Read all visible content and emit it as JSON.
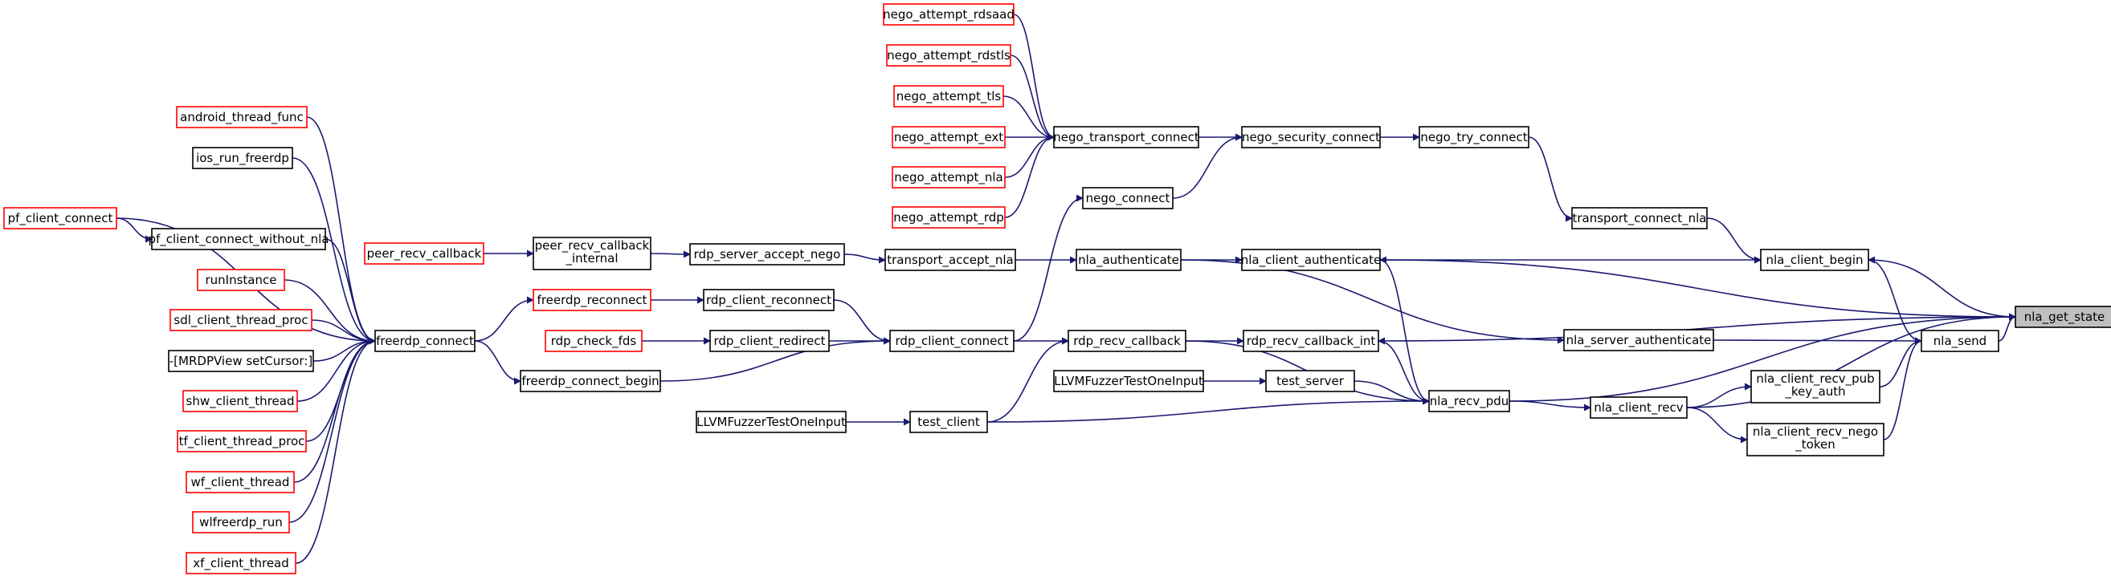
{
  "colors": {
    "edge": "#191970",
    "node_border": "#000000",
    "red_border": "#ff0000",
    "highlight_fill": "#bfbfbf",
    "background": "#ffffff"
  },
  "nodes": [
    {
      "id": "nla_get_state",
      "label": "nla_get_state",
      "style": "focus"
    },
    {
      "id": "nla_client_begin",
      "label": "nla_client_begin",
      "style": "normal"
    },
    {
      "id": "nla_send",
      "label": "nla_send",
      "style": "normal"
    },
    {
      "id": "nla_client_recv_pub_key_auth",
      "label": "nla_client_recv_pub\n_key_auth",
      "style": "normal"
    },
    {
      "id": "nla_client_recv_nego_token",
      "label": "nla_client_recv_nego\n_token",
      "style": "normal"
    },
    {
      "id": "transport_connect_nla",
      "label": "transport_connect_nla",
      "style": "normal"
    },
    {
      "id": "nla_server_authenticate",
      "label": "nla_server_authenticate",
      "style": "normal"
    },
    {
      "id": "nla_client_recv",
      "label": "nla_client_recv",
      "style": "normal"
    },
    {
      "id": "nego_try_connect",
      "label": "nego_try_connect",
      "style": "normal"
    },
    {
      "id": "nla_client_authenticate",
      "label": "nla_client_authenticate",
      "style": "normal"
    },
    {
      "id": "rdp_recv_callback_int",
      "label": "rdp_recv_callback_int",
      "style": "normal"
    },
    {
      "id": "nla_recv_pdu",
      "label": "nla_recv_pdu",
      "style": "normal"
    },
    {
      "id": "nego_security_connect",
      "label": "nego_security_connect",
      "style": "normal"
    },
    {
      "id": "nla_authenticate",
      "label": "nla_authenticate",
      "style": "normal"
    },
    {
      "id": "rdp_recv_callback",
      "label": "rdp_recv_callback",
      "style": "normal"
    },
    {
      "id": "test_server",
      "label": "test_server",
      "style": "normal"
    },
    {
      "id": "nego_transport_connect",
      "label": "nego_transport_connect",
      "style": "normal"
    },
    {
      "id": "nego_connect",
      "label": "nego_connect",
      "style": "normal"
    },
    {
      "id": "transport_accept_nla",
      "label": "transport_accept_nla",
      "style": "normal"
    },
    {
      "id": "rdp_client_connect",
      "label": "rdp_client_connect",
      "style": "normal"
    },
    {
      "id": "LLVMFuzzerTestOneInput_a",
      "label": "LLVMFuzzerTestOneInput",
      "style": "normal"
    },
    {
      "id": "test_client",
      "label": "test_client",
      "style": "normal"
    },
    {
      "id": "nego_attempt_rdsaad",
      "label": "nego_attempt_rdsaad",
      "style": "red"
    },
    {
      "id": "nego_attempt_rdstls",
      "label": "nego_attempt_rdstls",
      "style": "red"
    },
    {
      "id": "nego_attempt_tls",
      "label": "nego_attempt_tls",
      "style": "red"
    },
    {
      "id": "nego_attempt_ext",
      "label": "nego_attempt_ext",
      "style": "red"
    },
    {
      "id": "nego_attempt_nla",
      "label": "nego_attempt_nla",
      "style": "red"
    },
    {
      "id": "nego_attempt_rdp",
      "label": "nego_attempt_rdp",
      "style": "red"
    },
    {
      "id": "rdp_server_accept_nego",
      "label": "rdp_server_accept_nego",
      "style": "normal"
    },
    {
      "id": "rdp_client_reconnect",
      "label": "rdp_client_reconnect",
      "style": "normal"
    },
    {
      "id": "rdp_client_redirect",
      "label": "rdp_client_redirect",
      "style": "normal"
    },
    {
      "id": "LLVMFuzzerTestOneInput_b",
      "label": "LLVMFuzzerTestOneInput",
      "style": "normal"
    },
    {
      "id": "peer_recv_callback_internal",
      "label": "peer_recv_callback\n_internal",
      "style": "normal"
    },
    {
      "id": "freerdp_reconnect",
      "label": "freerdp_reconnect",
      "style": "red"
    },
    {
      "id": "rdp_check_fds",
      "label": "rdp_check_fds",
      "style": "red"
    },
    {
      "id": "freerdp_connect_begin",
      "label": "freerdp_connect_begin",
      "style": "normal"
    },
    {
      "id": "peer_recv_callback",
      "label": "peer_recv_callback",
      "style": "red"
    },
    {
      "id": "freerdp_connect",
      "label": "freerdp_connect",
      "style": "normal"
    },
    {
      "id": "pf_client_connect_without_nla",
      "label": "pf_client_connect_without_nla",
      "style": "normal"
    },
    {
      "id": "android_thread_func",
      "label": "android_thread_func",
      "style": "red"
    },
    {
      "id": "ios_run_freerdp",
      "label": "ios_run_freerdp",
      "style": "normal"
    },
    {
      "id": "runInstance",
      "label": "runInstance",
      "style": "red"
    },
    {
      "id": "sdl_client_thread_proc",
      "label": "sdl_client_thread_proc",
      "style": "red"
    },
    {
      "id": "MRDPView_setCursor",
      "label": "-[MRDPView setCursor:]",
      "style": "normal"
    },
    {
      "id": "shw_client_thread",
      "label": "shw_client_thread",
      "style": "red"
    },
    {
      "id": "tf_client_thread_proc",
      "label": "tf_client_thread_proc",
      "style": "red"
    },
    {
      "id": "wf_client_thread",
      "label": "wf_client_thread",
      "style": "red"
    },
    {
      "id": "wlfreerdp_run",
      "label": "wlfreerdp_run",
      "style": "red"
    },
    {
      "id": "xf_client_thread",
      "label": "xf_client_thread",
      "style": "red"
    },
    {
      "id": "pf_client_connect",
      "label": "pf_client_connect",
      "style": "red"
    }
  ],
  "edges": [
    {
      "from": "nla_client_begin",
      "to": "nla_get_state"
    },
    {
      "from": "nla_send",
      "to": "nla_get_state"
    },
    {
      "from": "nla_client_recv_pub_key_auth",
      "to": "nla_send"
    },
    {
      "from": "nla_client_recv_nego_token",
      "to": "nla_send"
    },
    {
      "from": "nla_send",
      "to": "nla_client_begin"
    },
    {
      "from": "transport_connect_nla",
      "to": "nla_client_begin"
    },
    {
      "from": "nla_server_authenticate",
      "to": "nla_send"
    },
    {
      "from": "nla_client_recv",
      "to": "nla_client_recv_pub_key_auth"
    },
    {
      "from": "nla_client_recv",
      "to": "nla_client_recv_nego_token"
    },
    {
      "from": "nego_try_connect",
      "to": "transport_connect_nla"
    },
    {
      "from": "nla_client_authenticate",
      "to": "nla_client_begin"
    },
    {
      "from": "nla_client_authenticate",
      "to": "nla_get_state"
    },
    {
      "from": "rdp_recv_callback_int",
      "to": "nla_get_state"
    },
    {
      "from": "nla_recv_pdu",
      "to": "nla_get_state"
    },
    {
      "from": "nla_client_recv",
      "to": "nla_get_state"
    },
    {
      "from": "nla_recv_pdu",
      "to": "nla_client_recv"
    },
    {
      "from": "nla_recv_pdu",
      "to": "nla_client_authenticate"
    },
    {
      "from": "nla_recv_pdu",
      "to": "rdp_recv_callback_int"
    },
    {
      "from": "nego_security_connect",
      "to": "nego_try_connect"
    },
    {
      "from": "nla_authenticate",
      "to": "nla_server_authenticate"
    },
    {
      "from": "nla_authenticate",
      "to": "nla_client_authenticate"
    },
    {
      "from": "rdp_recv_callback",
      "to": "rdp_recv_callback_int"
    },
    {
      "from": "rdp_recv_callback",
      "to": "nla_recv_pdu"
    },
    {
      "from": "test_server",
      "to": "nla_recv_pdu"
    },
    {
      "from": "test_client",
      "to": "nla_recv_pdu"
    },
    {
      "from": "nego_transport_connect",
      "to": "nego_security_connect"
    },
    {
      "from": "nego_connect",
      "to": "nego_security_connect"
    },
    {
      "from": "transport_accept_nla",
      "to": "nla_authenticate"
    },
    {
      "from": "rdp_client_connect",
      "to": "nego_connect"
    },
    {
      "from": "rdp_client_connect",
      "to": "rdp_recv_callback"
    },
    {
      "from": "test_client",
      "to": "rdp_recv_callback"
    },
    {
      "from": "LLVMFuzzerTestOneInput_a",
      "to": "test_server"
    },
    {
      "from": "LLVMFuzzerTestOneInput_b",
      "to": "test_client"
    },
    {
      "from": "nego_attempt_rdsaad",
      "to": "nego_transport_connect"
    },
    {
      "from": "nego_attempt_rdstls",
      "to": "nego_transport_connect"
    },
    {
      "from": "nego_attempt_tls",
      "to": "nego_transport_connect"
    },
    {
      "from": "nego_attempt_ext",
      "to": "nego_transport_connect"
    },
    {
      "from": "nego_attempt_nla",
      "to": "nego_transport_connect"
    },
    {
      "from": "nego_attempt_rdp",
      "to": "nego_transport_connect"
    },
    {
      "from": "rdp_server_accept_nego",
      "to": "transport_accept_nla"
    },
    {
      "from": "rdp_client_reconnect",
      "to": "rdp_client_connect"
    },
    {
      "from": "rdp_client_redirect",
      "to": "rdp_client_connect"
    },
    {
      "from": "freerdp_connect_begin",
      "to": "rdp_client_connect"
    },
    {
      "from": "peer_recv_callback_internal",
      "to": "rdp_server_accept_nego"
    },
    {
      "from": "freerdp_reconnect",
      "to": "rdp_client_reconnect"
    },
    {
      "from": "rdp_check_fds",
      "to": "rdp_client_redirect"
    },
    {
      "from": "peer_recv_callback",
      "to": "peer_recv_callback_internal"
    },
    {
      "from": "freerdp_connect",
      "to": "freerdp_reconnect"
    },
    {
      "from": "freerdp_connect",
      "to": "freerdp_connect_begin"
    },
    {
      "from": "pf_client_connect_without_nla",
      "to": "freerdp_connect"
    },
    {
      "from": "pf_client_connect",
      "to": "pf_client_connect_without_nla"
    },
    {
      "from": "pf_client_connect",
      "to": "freerdp_connect"
    },
    {
      "from": "android_thread_func",
      "to": "freerdp_connect"
    },
    {
      "from": "ios_run_freerdp",
      "to": "freerdp_connect"
    },
    {
      "from": "runInstance",
      "to": "freerdp_connect"
    },
    {
      "from": "sdl_client_thread_proc",
      "to": "freerdp_connect"
    },
    {
      "from": "MRDPView_setCursor",
      "to": "freerdp_connect"
    },
    {
      "from": "shw_client_thread",
      "to": "freerdp_connect"
    },
    {
      "from": "tf_client_thread_proc",
      "to": "freerdp_connect"
    },
    {
      "from": "wf_client_thread",
      "to": "freerdp_connect"
    },
    {
      "from": "wlfreerdp_run",
      "to": "freerdp_connect"
    },
    {
      "from": "xf_client_thread",
      "to": "freerdp_connect"
    }
  ]
}
